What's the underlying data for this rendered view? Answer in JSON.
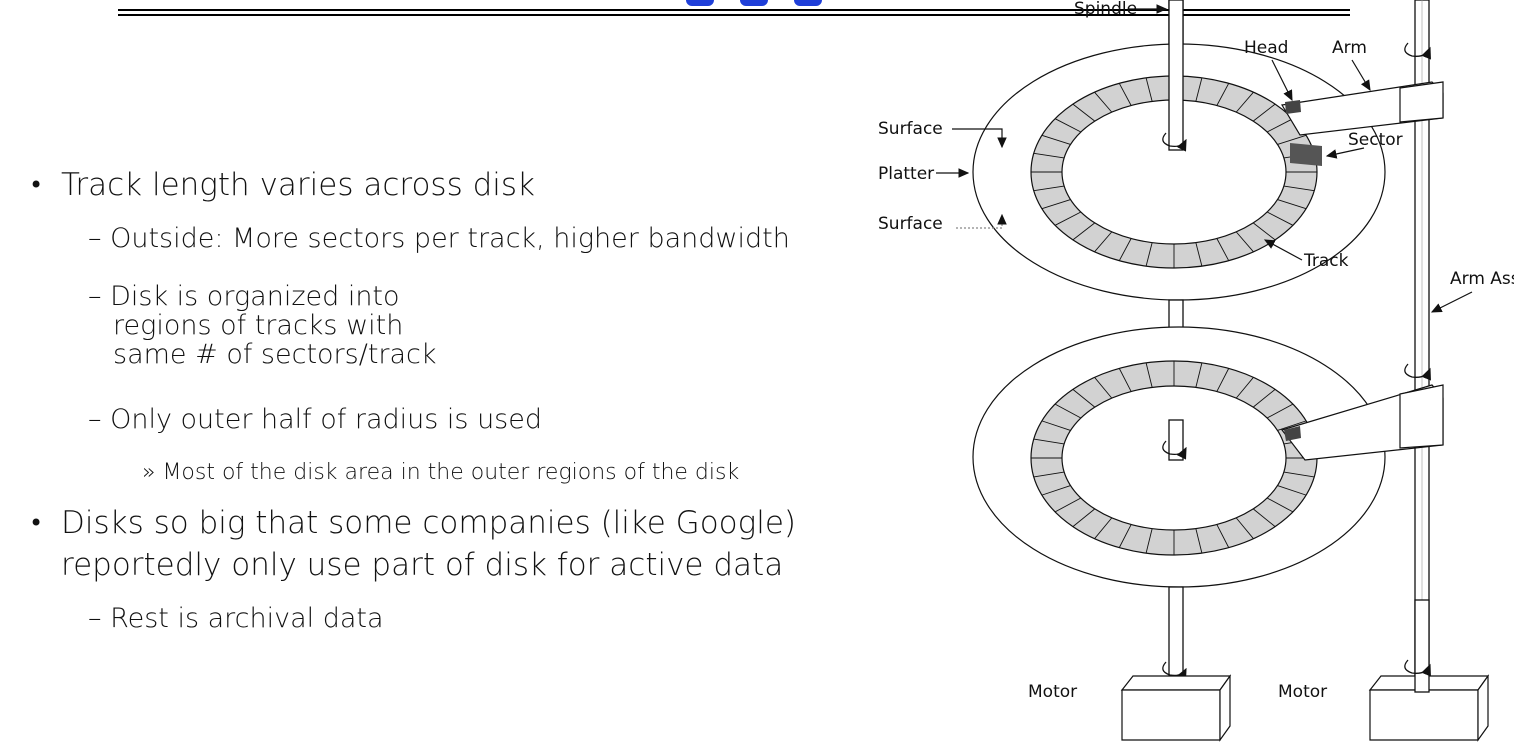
{
  "slide": {
    "bullets": [
      {
        "level": 1,
        "text": "Track length varies across disk"
      },
      {
        "level": 2,
        "text": "– Outside: More sectors per track, higher bandwidth"
      },
      {
        "level": 2,
        "text": "– Disk is organized into"
      },
      {
        "level": 2,
        "text": "regions of tracks with"
      },
      {
        "level": 2,
        "text": "same # of sectors/track"
      },
      {
        "level": 2,
        "text": "– Only outer half of radius is used"
      },
      {
        "level": 3,
        "text": "» Most of the disk area in the outer regions of the disk"
      },
      {
        "level": 1,
        "text": "Disks so big that some companies (like Google)"
      },
      {
        "level": 1,
        "text": "reportedly only use part of disk for active data"
      },
      {
        "level": 2,
        "text": "– Rest is archival data"
      }
    ],
    "bullet_glyph": "•"
  },
  "diagram": {
    "labels": {
      "spindle": "Spindle",
      "head": "Head",
      "arm": "Arm",
      "surface_top": "Surface",
      "platter": "Platter",
      "surface_bottom": "Surface",
      "sector": "Sector",
      "track": "Track",
      "arm_assembly": "Arm Ass",
      "motor_left": "Motor",
      "motor_right": "Motor"
    },
    "colors": {
      "track_fill": "#d2d2d2",
      "sector_fill": "#555555",
      "head_fill": "#444444",
      "line": "#111111"
    }
  }
}
